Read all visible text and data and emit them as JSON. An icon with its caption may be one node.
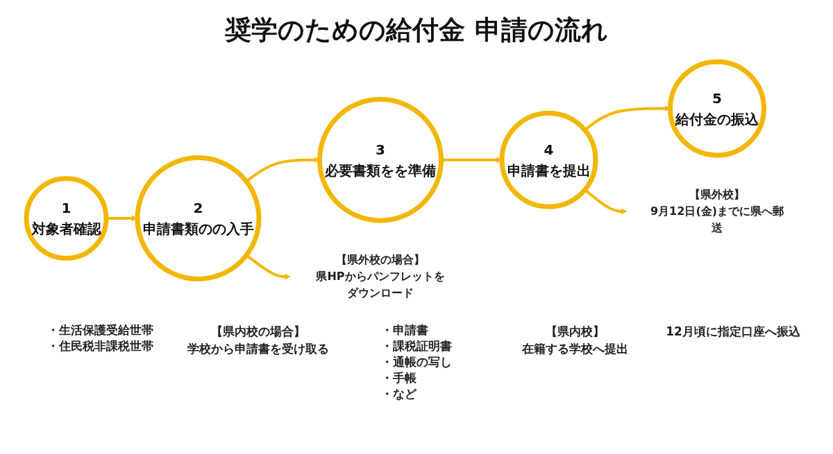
{
  "diagram": {
    "title": "奨学のための給付金 申請の流れ",
    "nodes": [
      {
        "text": [
          "1",
          "対象者確認"
        ]
      },
      {
        "text": [
          "2",
          "申請書類のの入手"
        ]
      },
      {
        "text": [
          "3",
          "必要書類をを準備"
        ]
      },
      {
        "text": [
          "4",
          "申請書を提出"
        ]
      },
      {
        "text": [
          "5",
          "給付金の振込"
        ]
      },
      {
        "text": [
          "【県外校の場合】",
          "県HPからパンフレットをダウンロード"
        ]
      },
      {
        "text": [
          "【県外校】",
          "9月12日(金)までに県へ郵送"
        ]
      }
    ],
    "edges": [
      {
        "from": 0,
        "to": 1,
        "arrow": "to"
      },
      {
        "from": 1,
        "to": 2,
        "arrow": "to"
      },
      {
        "from": 2,
        "to": 3,
        "arrow": "to"
      },
      {
        "from": 3,
        "to": 4,
        "arrow": "to"
      },
      {
        "from": 1,
        "to": 5,
        "arrow": "to"
      },
      {
        "from": 3,
        "to": 6,
        "arrow": "to"
      }
    ],
    "labels": [
      "・生活保護受給世帯",
      "・住民税非課税世帯",
      "【県内校の場合】",
      "学校から申請書を受け取る",
      "・申請書",
      "・課税証明書",
      "・通帳の写し",
      "・手帳",
      "・など",
      "【県内校】",
      "在籍する学校へ提出",
      "12月頃に指定口座へ振込"
    ]
  }
}
